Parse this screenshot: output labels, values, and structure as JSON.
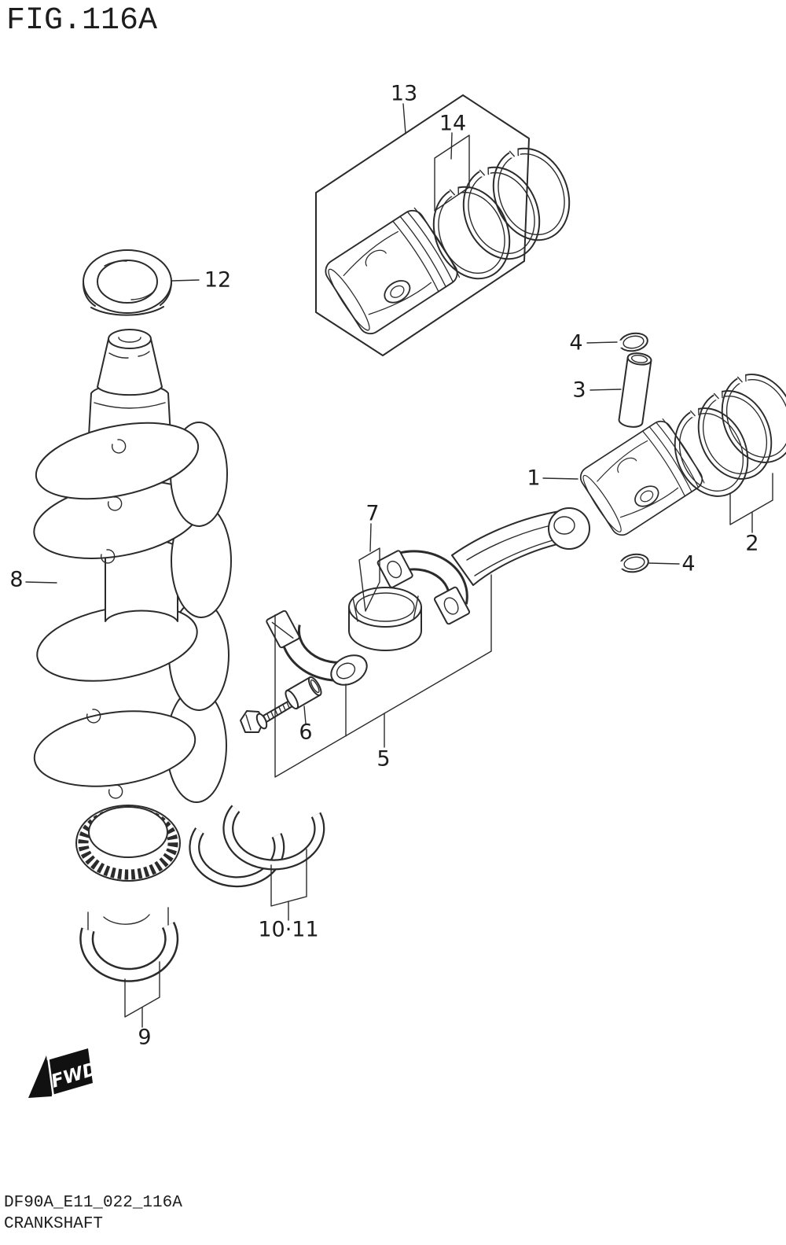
{
  "figure": {
    "title": "FIG.116A",
    "drawing_code": "DF90A_E11_022_116A",
    "caption": "CRANKSHAFT",
    "direction_label": "FWD"
  },
  "callouts": {
    "n1": "1",
    "n2": "2",
    "n3": "3",
    "n4a": "4",
    "n4b": "4",
    "n5": "5",
    "n6": "6",
    "n7": "7",
    "n8": "8",
    "n9": "9",
    "n10_11": "10·11",
    "n12": "12",
    "n13": "13",
    "n14": "14"
  },
  "colors": {
    "line": "#2b2b2b",
    "background": "#ffffff",
    "fwd_arrow": "#111111"
  }
}
